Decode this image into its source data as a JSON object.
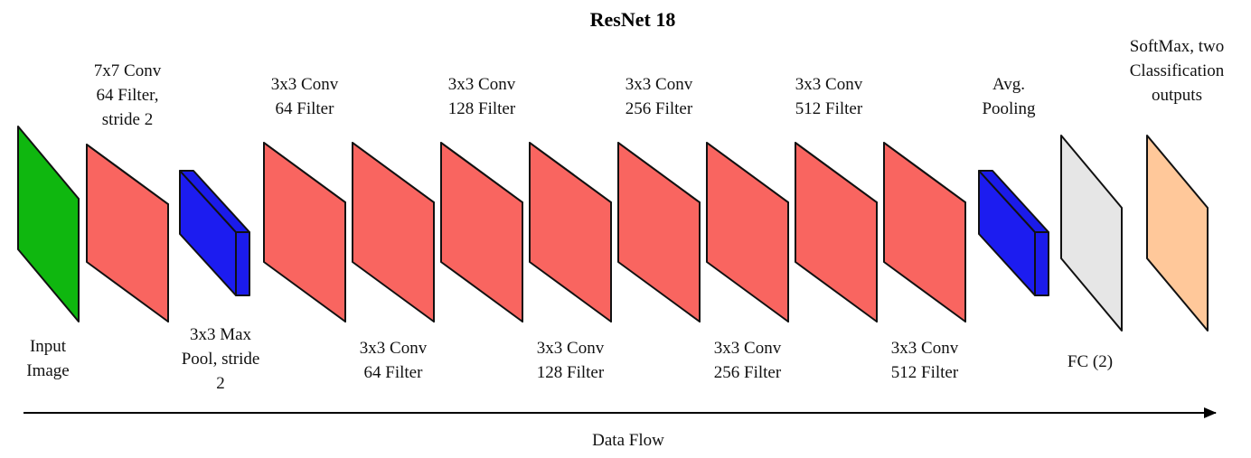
{
  "title": "ResNet 18",
  "colors": {
    "input": "#0fb70f",
    "conv": "#f96560",
    "pool": "#1c1cf0",
    "fc": "#e6e6e6",
    "softmax": "#ffc89a"
  },
  "blocks": [
    {
      "id": "input",
      "label": [
        "Input",
        "Image"
      ]
    },
    {
      "id": "conv7",
      "label": [
        "7x7 Conv",
        "64 Filter,",
        "stride 2"
      ]
    },
    {
      "id": "maxpool",
      "label": [
        "3x3 Max",
        "Pool, stride",
        "2"
      ]
    },
    {
      "id": "conv64a",
      "label": [
        "3x3 Conv",
        "64 Filter"
      ]
    },
    {
      "id": "conv64b",
      "label": [
        "3x3 Conv",
        "64 Filter"
      ]
    },
    {
      "id": "conv128a",
      "label": [
        "3x3 Conv",
        "128 Filter"
      ]
    },
    {
      "id": "conv128b",
      "label": [
        "3x3 Conv",
        "128 Filter"
      ]
    },
    {
      "id": "conv256a",
      "label": [
        "3x3 Conv",
        "256 Filter"
      ]
    },
    {
      "id": "conv256b",
      "label": [
        "3x3 Conv",
        "256 Filter"
      ]
    },
    {
      "id": "conv512a",
      "label": [
        "3x3 Conv",
        "512 Filter"
      ]
    },
    {
      "id": "conv512b",
      "label": [
        "3x3 Conv",
        "512 Filter"
      ]
    },
    {
      "id": "avgpool",
      "label": [
        "Avg.",
        "Pooling"
      ]
    },
    {
      "id": "fc",
      "label": [
        "FC (2)"
      ]
    },
    {
      "id": "softmax",
      "label": [
        "SoftMax, two",
        "Classification",
        "outputs"
      ]
    }
  ],
  "flow_label": "Data Flow"
}
